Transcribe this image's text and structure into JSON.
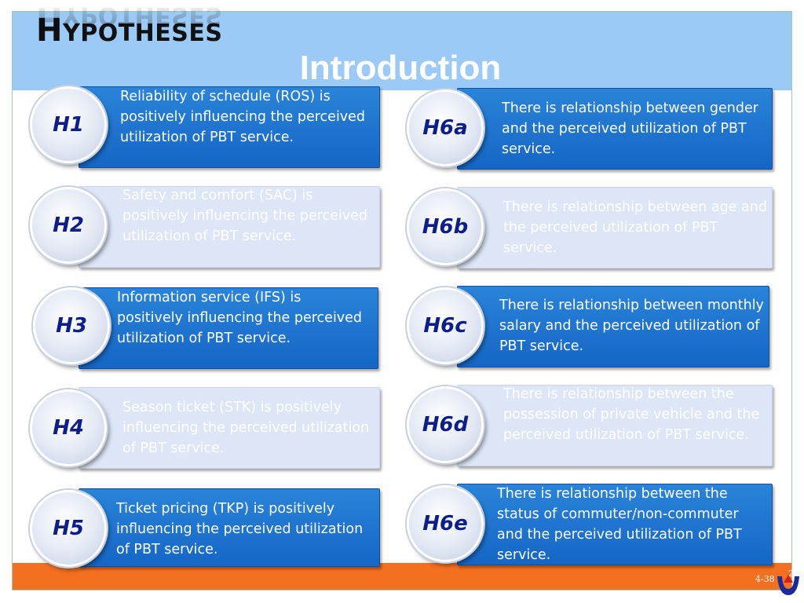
{
  "slide": {
    "title_first": "H",
    "title_rest": "ypotheses",
    "subtitle": "Introduction",
    "page_number": "4-38",
    "page_number_extra": "2"
  },
  "left": [
    {
      "label": "H1",
      "text": "Reliability of schedule (ROS) is positively influencing the perceived utilization of PBT service."
    },
    {
      "label": "H2",
      "text": "Safety and comfort (SAC) is positively influencing the perceived utilization of PBT service."
    },
    {
      "label": "H3",
      "text": "Information service (IFS) is positively influencing the perceived utilization of PBT service."
    },
    {
      "label": "H4",
      "text": "Season ticket (STK) is positively influencing the perceived utilization of PBT service."
    },
    {
      "label": "H5",
      "text": "Ticket pricing (TKP) is positively influencing the perceived utilization of PBT service."
    }
  ],
  "right": [
    {
      "label": "H6a",
      "text": "There is relationship between gender and the perceived utilization of PBT service."
    },
    {
      "label": "H6b",
      "text": "There is relationship between age and the perceived utilization of PBT service."
    },
    {
      "label": "H6c",
      "text": "There is relationship between monthly salary and the perceived utilization of PBT service."
    },
    {
      "label": "H6d",
      "text": "There is relationship between the possession of private vehicle and the perceived utilization of PBT service."
    },
    {
      "label": "H6e",
      "text": "There is relationship between the status of commuter/non-commuter and the perceived utilization of PBT service."
    }
  ],
  "colors": {
    "dark_box": "#1a6dcb",
    "light_box": "#dde6f6",
    "top_band": "#9ccaf7",
    "bottom_band": "#f37021",
    "label_text": "#0b1e8a"
  }
}
